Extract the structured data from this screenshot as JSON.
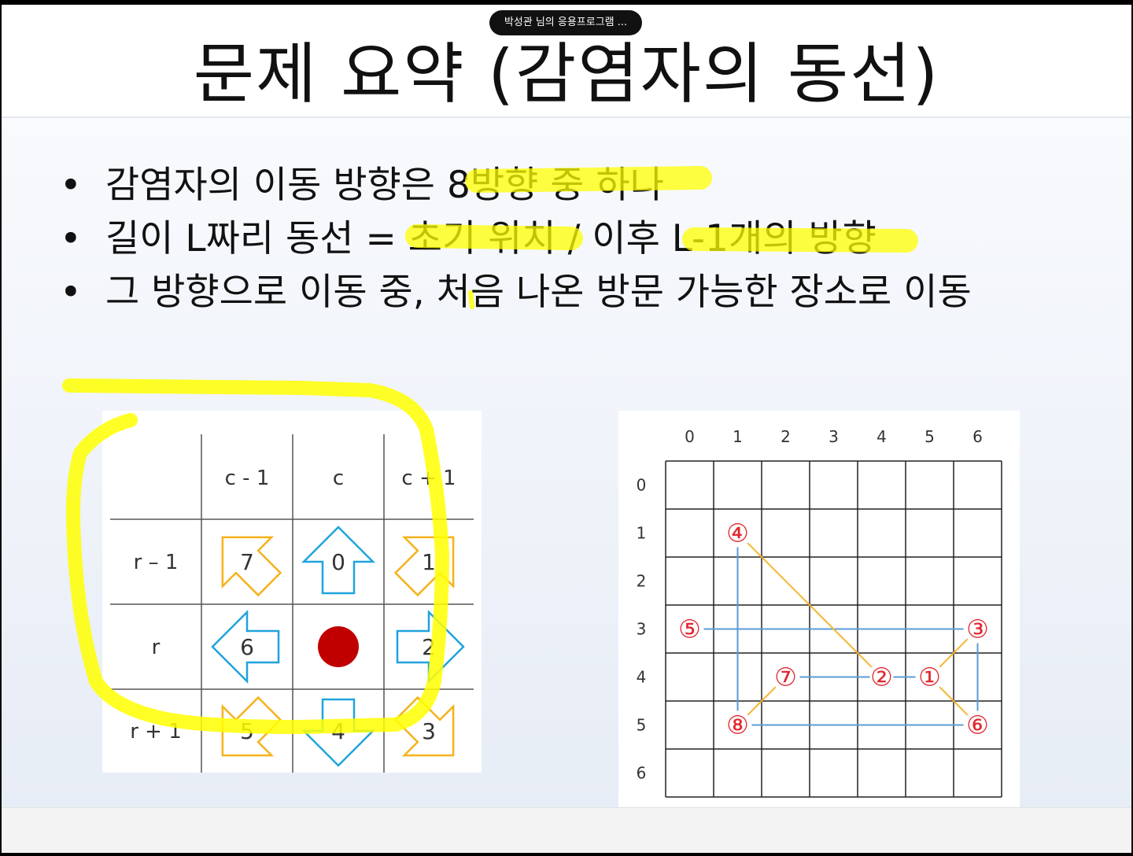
{
  "share_indicator": "박성관 님의 응용프로그램 ...",
  "slide": {
    "title": "문제 요약 (감염자의 동선)",
    "bullets": [
      "감염자의 이동 방향은 8방향 중 하나",
      "길이 L짜리 동선 = 초기 위치 / 이후 L-1개의 방향",
      "그 방향으로 이동 중, 처음 나온 방문 가능한 장소로 이동"
    ]
  },
  "direction_table": {
    "col_headers": [
      "c - 1",
      "c",
      "c + 1"
    ],
    "row_headers": [
      "r – 1",
      "r",
      "r + 1"
    ],
    "cells": [
      [
        {
          "label": "7",
          "dir": "up-left",
          "color": "#f5b21b"
        },
        {
          "label": "0",
          "dir": "up",
          "color": "#1fa3de"
        },
        {
          "label": "1",
          "dir": "up-right",
          "color": "#f5b21b"
        }
      ],
      [
        {
          "label": "6",
          "dir": "left",
          "color": "#1fa3de"
        },
        {
          "label": "",
          "dir": "center-dot",
          "color": "#c00000"
        },
        {
          "label": "2",
          "dir": "right",
          "color": "#1fa3de"
        }
      ],
      [
        {
          "label": "5",
          "dir": "down-left",
          "color": "#f5b21b"
        },
        {
          "label": "4",
          "dir": "down",
          "color": "#1fa3de"
        },
        {
          "label": "3",
          "dir": "down-right",
          "color": "#f5b21b"
        }
      ]
    ]
  },
  "grid_example": {
    "col_labels": [
      "0",
      "1",
      "2",
      "3",
      "4",
      "5",
      "6"
    ],
    "row_labels": [
      "0",
      "1",
      "2",
      "3",
      "4",
      "5",
      "6"
    ],
    "nodes": [
      {
        "label": "①",
        "row": 4,
        "col": 5
      },
      {
        "label": "②",
        "row": 4,
        "col": 4
      },
      {
        "label": "③",
        "row": 3,
        "col": 6
      },
      {
        "label": "④",
        "row": 1,
        "col": 1
      },
      {
        "label": "⑤",
        "row": 3,
        "col": 0
      },
      {
        "label": "⑥",
        "row": 5,
        "col": 6
      },
      {
        "label": "⑦",
        "row": 4,
        "col": 2
      },
      {
        "label": "⑧",
        "row": 5,
        "col": 1
      }
    ],
    "colors": {
      "node": "#e0282e",
      "straight_path": "#5b9bd5",
      "diagonal_path": "#f2b630",
      "grid": "#222222"
    }
  },
  "highlight_color": "#ffff00"
}
